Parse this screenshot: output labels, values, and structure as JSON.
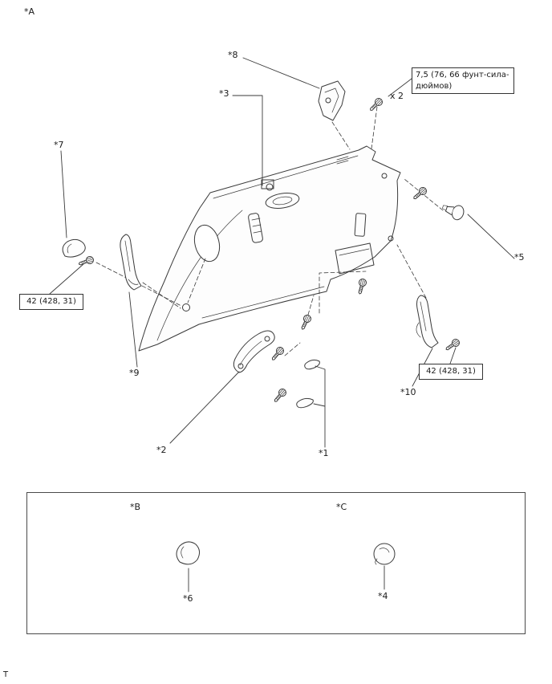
{
  "ink_color": "#3a3a3a",
  "labels": {
    "view_a": "*A",
    "part_1": "*1",
    "part_2": "*2",
    "part_3": "*3",
    "part_4": "*4",
    "part_5": "*5",
    "part_6": "*6",
    "part_7": "*7",
    "part_8": "*8",
    "part_9": "*9",
    "part_10": "*10",
    "view_b": "*B",
    "view_c": "*C",
    "quantity": "x 2",
    "footer": "T"
  },
  "callouts": {
    "torque_top": "7,5 (76, 66 фунт-сила-дюймов)",
    "torque_left": "42 (428, 31)",
    "torque_right": "42 (428, 31)"
  }
}
